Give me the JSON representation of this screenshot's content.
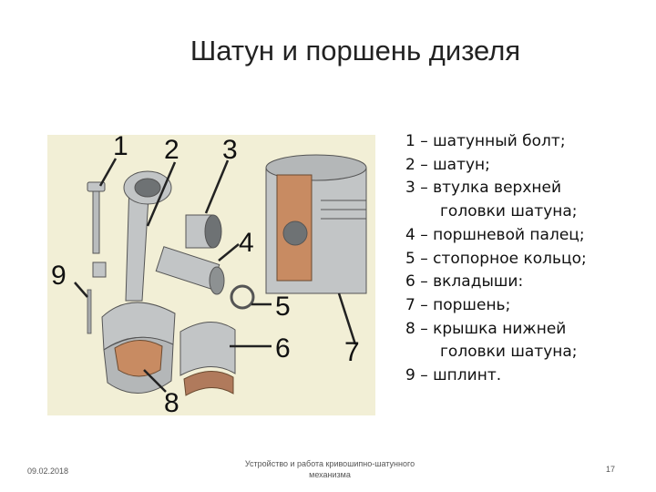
{
  "slide": {
    "title": "Шатун и поршень дизеля"
  },
  "figure": {
    "callouts": [
      "1",
      "2",
      "3",
      "4",
      "5",
      "6",
      "7",
      "8",
      "9"
    ],
    "colors": {
      "background": "#f2efd6",
      "metal": "#c2c5c6",
      "metal_dark": "#6e7274",
      "bronze": "#c88b62",
      "liner": "#b07a5c"
    }
  },
  "legend": {
    "items": [
      {
        "line1": "1 – шатунный болт;"
      },
      {
        "line1": "2 – шатун;"
      },
      {
        "line1": "3 – втулка верхней",
        "line2": "головки шатуна;"
      },
      {
        "line1": "4 – поршневой палец;"
      },
      {
        "line1": "5 – стопорное кольцо;"
      },
      {
        "line1": "6 – вкладыши:"
      },
      {
        "line1": "7 – поршень;"
      },
      {
        "line1": "8 – крышка нижней",
        "line2": "головки шатуна;"
      },
      {
        "line1": "9 – шплинт."
      }
    ]
  },
  "footer": {
    "date": "09.02.2018",
    "subject": "Устройство и работа кривошипно-шатунного механизма",
    "page": "17"
  }
}
